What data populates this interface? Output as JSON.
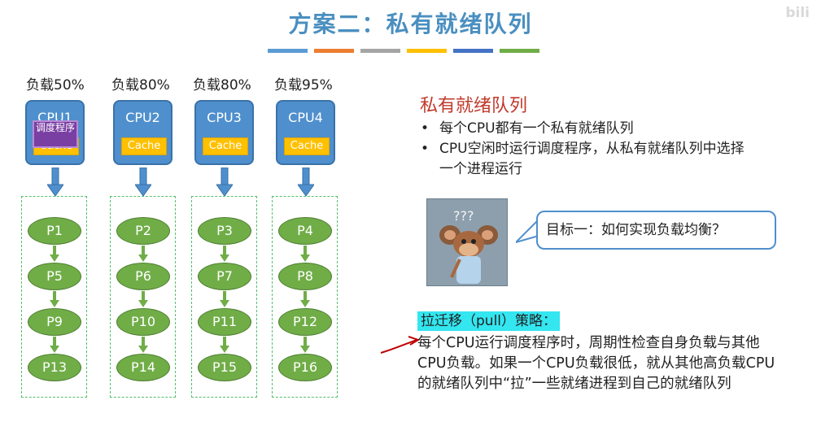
{
  "slide": {
    "title": "方案二：私有就绪队列",
    "watermark": "bili",
    "color_strip": [
      "#5b9bd5",
      "#ed7d31",
      "#a5a5a5",
      "#ffc000",
      "#4472c4",
      "#70ad47"
    ]
  },
  "cpus": [
    {
      "load": "负载50%",
      "label": "CPU1",
      "cache": "Cache",
      "scheduler": "调度程序",
      "processes": [
        "P1",
        "P5",
        "P9",
        "P13"
      ]
    },
    {
      "load": "负载80%",
      "label": "CPU2",
      "cache": "Cache",
      "processes": [
        "P2",
        "P6",
        "P10",
        "P14"
      ]
    },
    {
      "load": "负载80%",
      "label": "CPU3",
      "cache": "Cache",
      "processes": [
        "P3",
        "P7",
        "P11",
        "P15"
      ]
    },
    {
      "load": "负载95%",
      "label": "CPU4",
      "cache": "Cache",
      "processes": [
        "P4",
        "P8",
        "P12",
        "P16"
      ]
    }
  ],
  "right_panel": {
    "heading": "私有就绪队列",
    "bullets": [
      "每个CPU都有一个私有就绪队列",
      "CPU空闲时运行调度程序，从私有就绪队列中选择一个进程运行"
    ],
    "bullet_mark": "•",
    "image_caption": "???",
    "callout": "目标一：如何实现负载均衡？",
    "pull_strategy_title": "拉迁移（pull）策略：",
    "pull_strategy_text": "每个CPU运行调度程序时，周期性检查自身负载与其他CPU负载。如果一个CPU负载很低，就从其他高负载CPU的就绪队列中“拉”一些就绪进程到自己的就绪队列"
  },
  "colors": {
    "title": "#4a8fc0",
    "cpu_box": "#4f8fcd",
    "cache": "#ffc000",
    "scheduler": "#7a3fa3",
    "process": "#70ad47",
    "queue_border": "#55c06a",
    "heading_red": "#c0392b",
    "highlight_cyan": "#33e6f0",
    "annotation_red": "#c00000"
  }
}
